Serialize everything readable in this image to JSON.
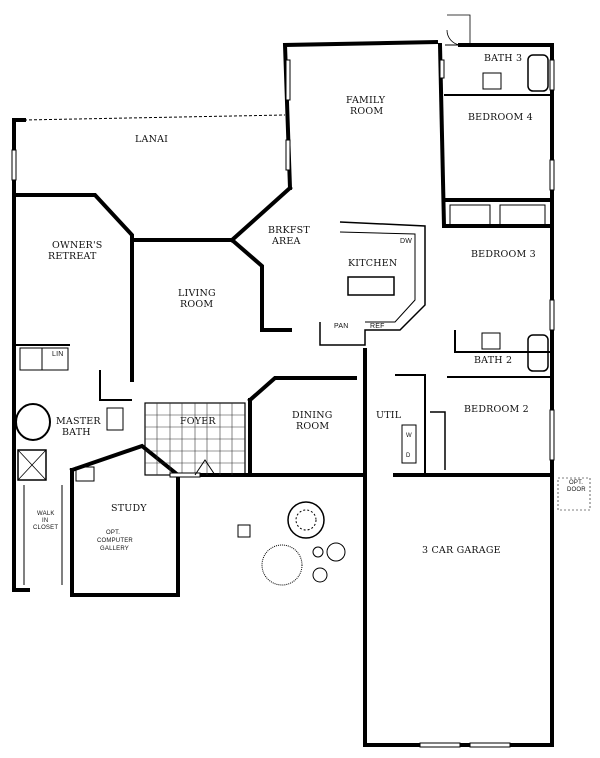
{
  "rooms": {
    "bath3": "BATH 3",
    "bedroom4": "BEDROOM 4",
    "family_room_1": "FAMILY",
    "family_room_2": "ROOM",
    "lanai": "LANAI",
    "brkfst_1": "BRKFST",
    "brkfst_2": "AREA",
    "owners_1": "OWNER'S",
    "owners_2": "RETREAT",
    "kitchen": "KITCHEN",
    "bedroom3": "BEDROOM 3",
    "living_1": "LIVING",
    "living_2": "ROOM",
    "bath2": "BATH 2",
    "dining_1": "DINING",
    "dining_2": "ROOM",
    "util": "UTIL",
    "bedroom2": "BEDROOM 2",
    "master_1": "MASTER",
    "master_2": "BATH",
    "foyer": "FOYER",
    "study": "STUDY",
    "garage": "3 CAR GARAGE"
  },
  "fixtures": {
    "lin": "LIN",
    "dw": "DW",
    "pan": "PAN",
    "ref": "REF",
    "walk_1": "WALK",
    "walk_2": "IN",
    "walk_3": "CLOSET",
    "opt_door_1": "OPT.",
    "opt_door_2": "DOOR",
    "gallery_1": "OPT.",
    "gallery_2": "COMPUTER",
    "gallery_3": "GALLERY",
    "w": "W",
    "d": "D"
  }
}
